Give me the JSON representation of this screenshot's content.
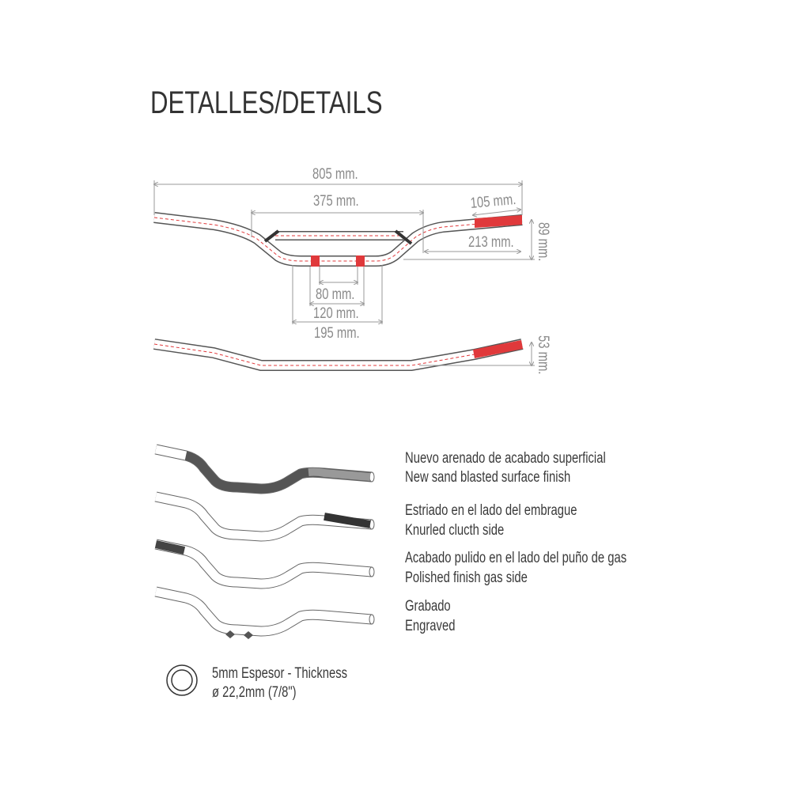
{
  "title": "DETALLES/DETAILS",
  "dimensions": {
    "overall_width": "805 mm.",
    "center_width": "375 mm.",
    "grip_length": "105 mm.",
    "end_length": "213 mm.",
    "rise": "89 mm.",
    "clamp_inner": "80 mm.",
    "clamp_outer": "120 mm.",
    "clamp_zone": "195 mm.",
    "sweep": "53 mm."
  },
  "features": [
    {
      "es": "Nuevo arenado de acabado superficial",
      "en": "New sand blasted surface finish"
    },
    {
      "es": "Estriado en el lado del embrague",
      "en": "Knurled clucth side"
    },
    {
      "es": "Acabado pulido en el lado del puño de gas",
      "en": "Polished finish gas side"
    },
    {
      "es": "Grabado",
      "en": "Engraved"
    }
  ],
  "tube_spec": {
    "thickness": "5mm Espesor - Thickness",
    "diameter": "ø 22,2mm (7/8\")"
  },
  "colors": {
    "accent": "#e0393b",
    "outline": "#555555",
    "dimension": "#8a8a8a"
  }
}
